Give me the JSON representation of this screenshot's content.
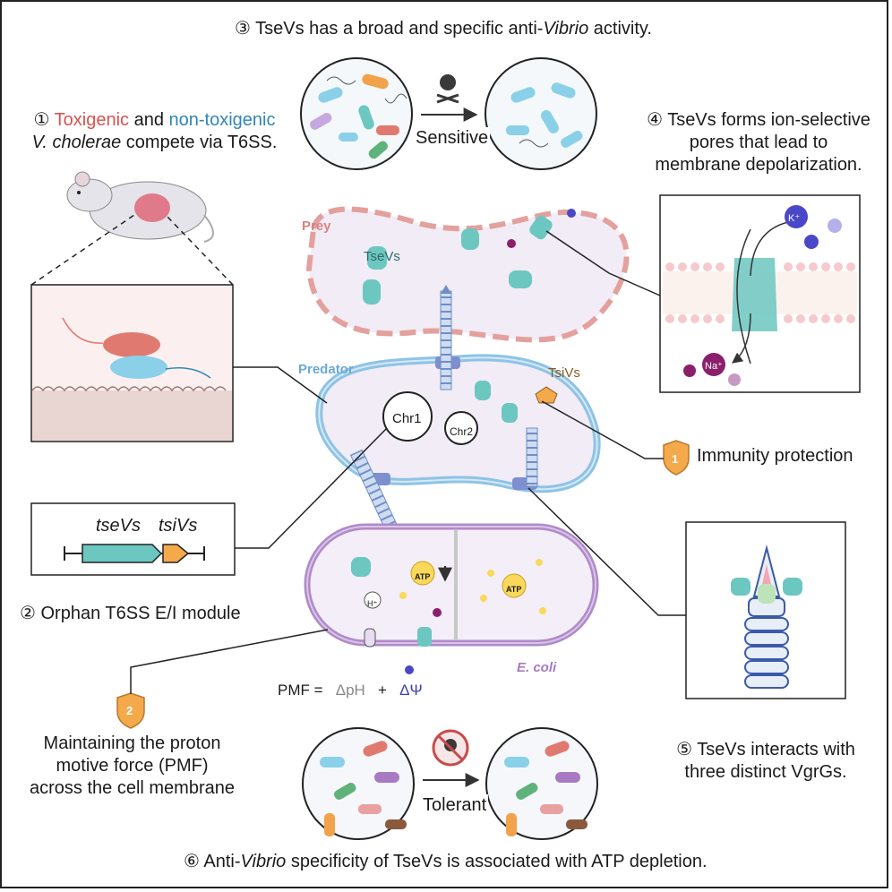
{
  "step3": {
    "num": "③",
    "pre": "TseVs has a broad and specific anti-",
    "italic": "Vibrio",
    "post": " activity."
  },
  "step1": {
    "num": "①",
    "toxigenic": "Toxigenic",
    "and": " and ",
    "nontoxigenic": "non-toxigenic",
    "line2_italic": "V. cholerae",
    "line2_rest": " compete via T6SS."
  },
  "step4": {
    "line1": "④ TseVs forms ion-selective",
    "line2": "pores that lead to",
    "line3": "membrane depolarization."
  },
  "step2": {
    "label": "② Orphan T6SS E/I module"
  },
  "step5": {
    "line1": "⑤ TseVs interacts with",
    "line2": "three distinct VgrGs."
  },
  "step6": {
    "num": "⑥",
    "pre": " Anti-",
    "italic": "Vibrio",
    "post": " specificity of TseVs is associated with ATP depletion."
  },
  "arrows": {
    "sensitive": "Sensitive",
    "tolerant": "Tolerant"
  },
  "labels": {
    "prey": "Prey",
    "predator": "Predator",
    "tsevs_in_prey": "TseVs",
    "tsivs": "TsiVs",
    "chr1": "Chr1",
    "chr2": "Chr2",
    "ecoli": "E. coli",
    "k_ion": "K⁺",
    "na_ion": "Na⁺",
    "atp": "ATP",
    "h_ion": "H⁺",
    "gene_tsevs": "tseVs",
    "gene_tsivs": "tsiVs"
  },
  "immunity": {
    "badge": "1",
    "text": "Immunity protection"
  },
  "pmf_box": {
    "badge": "2",
    "line1": "Maintaining the proton",
    "line2": "motive force (PMF)",
    "line3": "across the cell membrane"
  },
  "pmf_eq": {
    "pmf": "PMF",
    "eq": "=",
    "dph": "ΔpH",
    "plus": "+",
    "dpsi": "ΔΨ"
  },
  "colors": {
    "toxigenic": "#d9534f",
    "nontoxigenic": "#2f86b5",
    "prey": "#d9837f",
    "predator": "#6aa9d8",
    "ecoli": "#a77ac2",
    "tsevs": "#6cc7c0",
    "tsivs": "#f4a94b",
    "dpsi": "#3b3fb5"
  }
}
